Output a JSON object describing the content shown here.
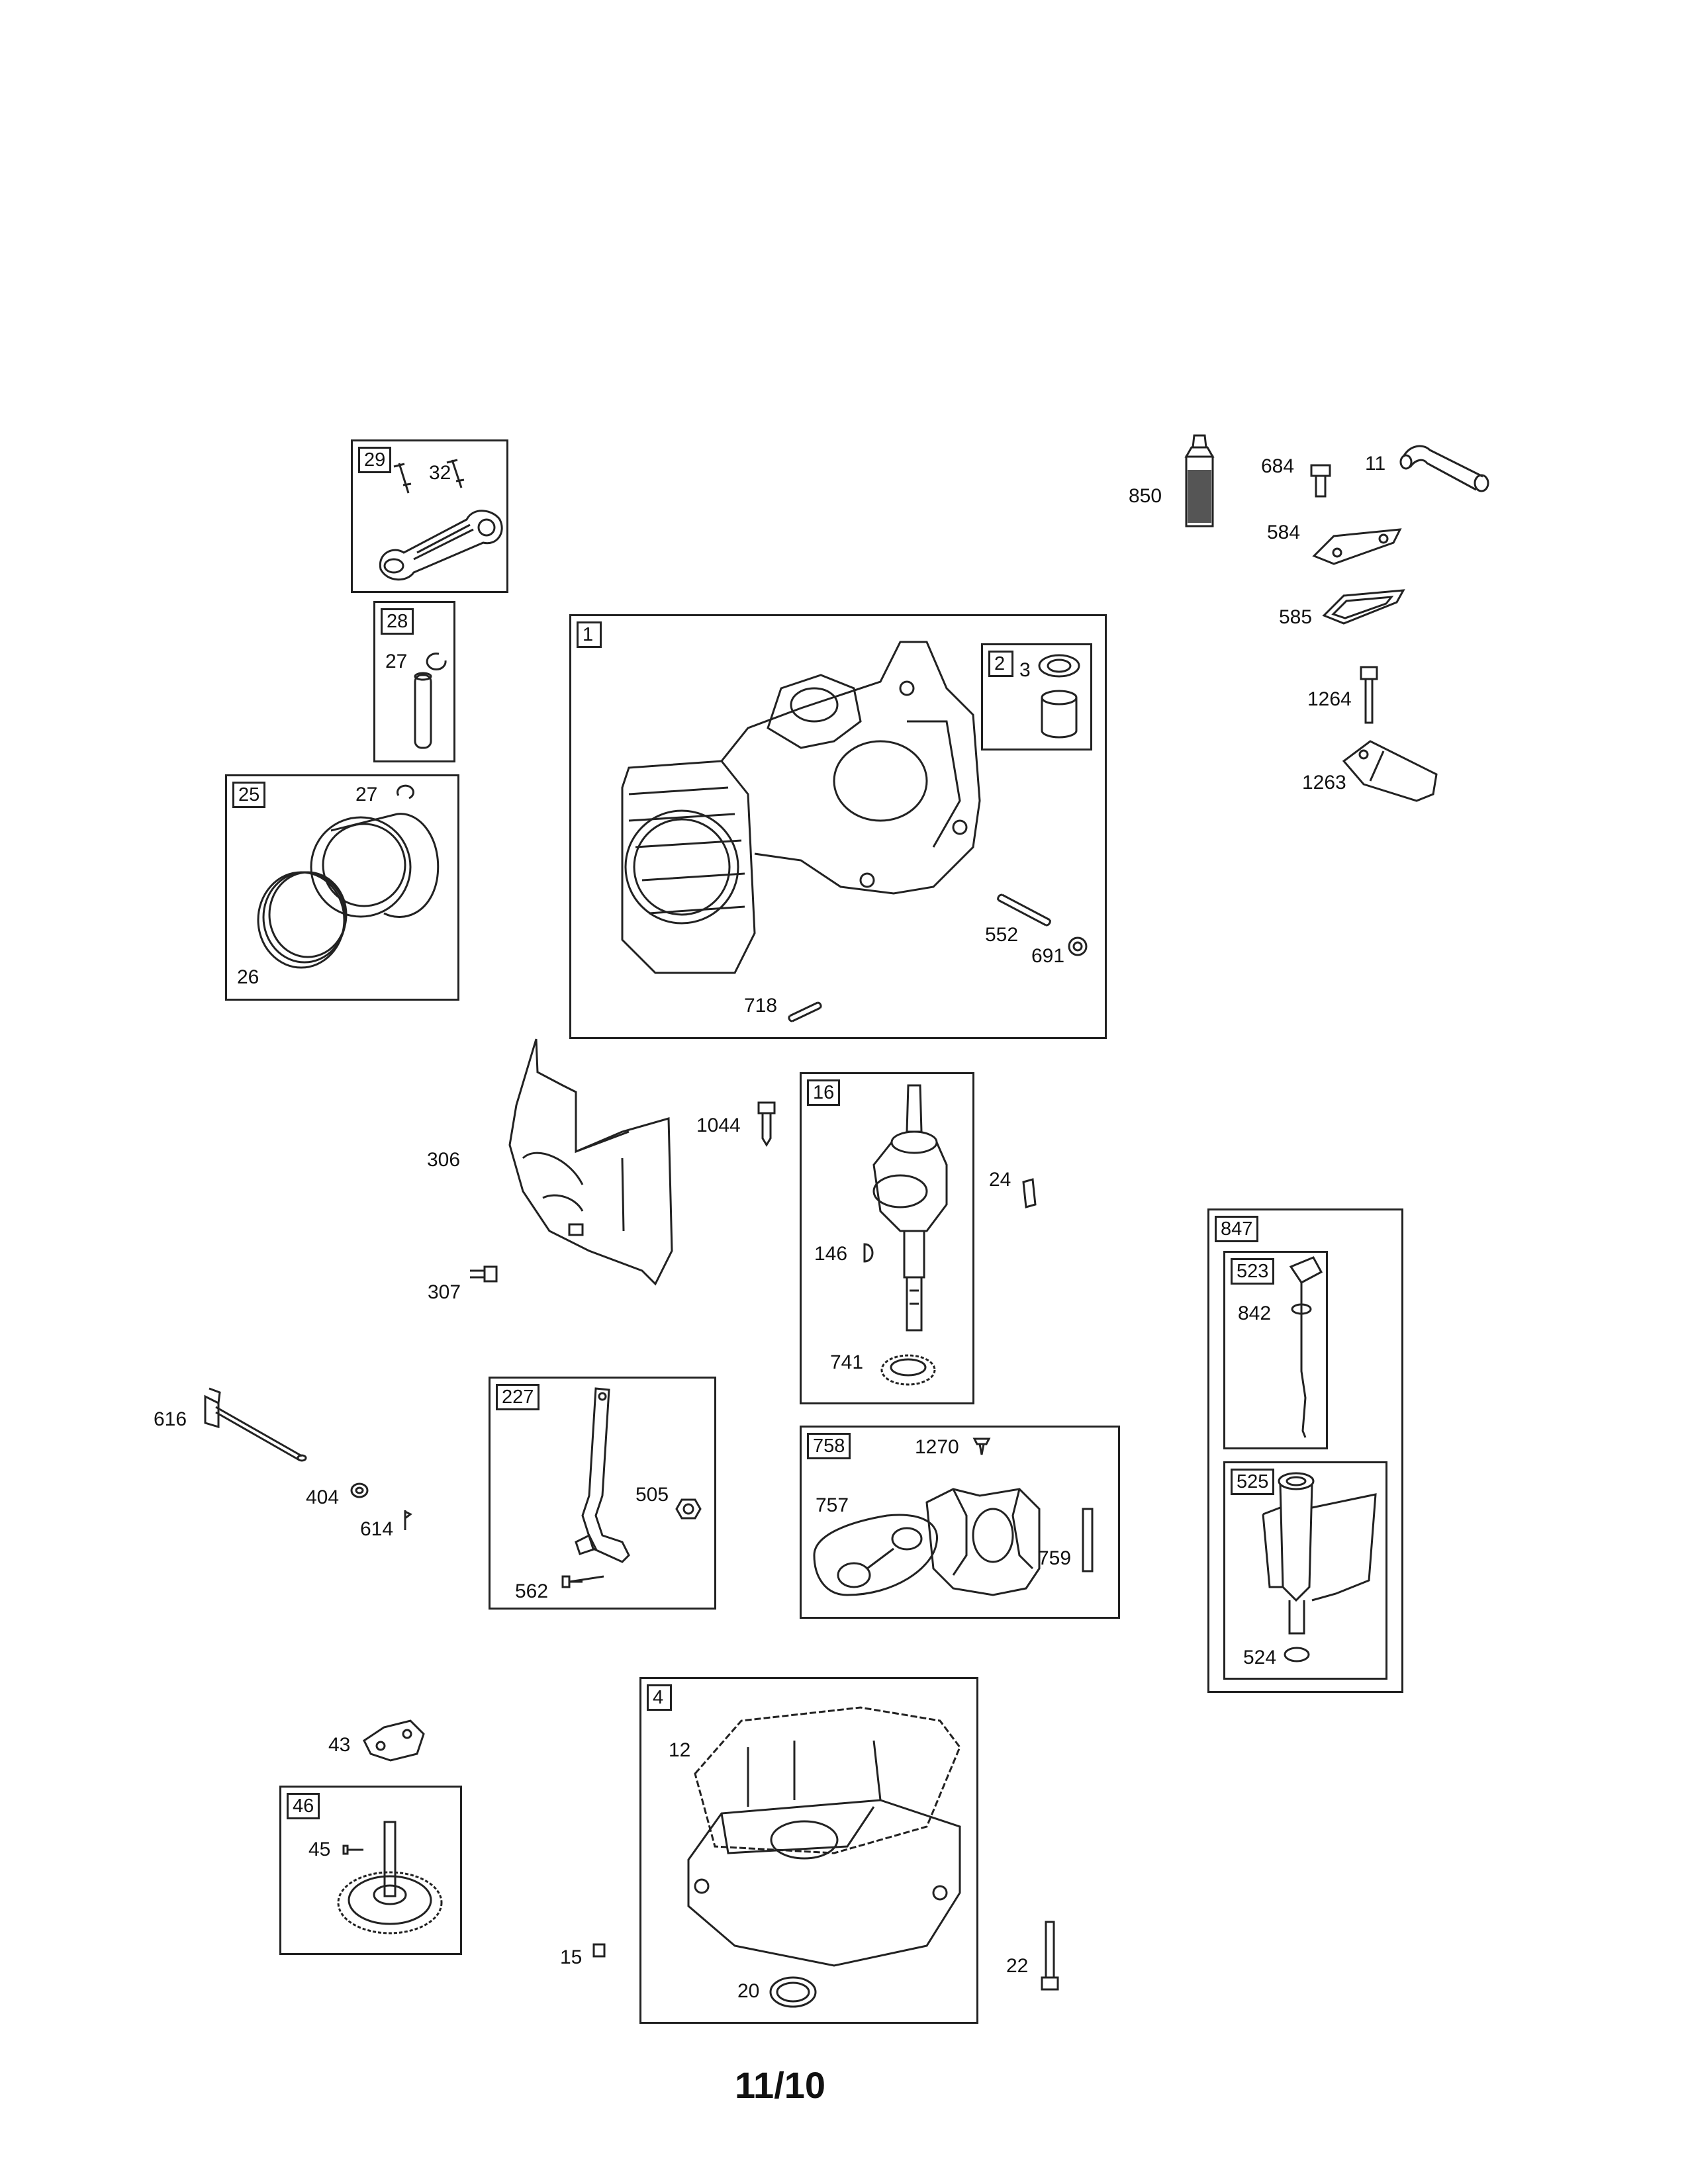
{
  "page_number": "11/10",
  "group_tags": {
    "g29": "29",
    "g28": "28",
    "g25": "25",
    "g1": "1",
    "g2": "2",
    "g16": "16",
    "g847": "847",
    "g523": "523",
    "g525": "525",
    "g227": "227",
    "g758": "758",
    "g4": "4",
    "g46": "46"
  },
  "callouts": {
    "c32": "32",
    "c27a": "27",
    "c27b": "27",
    "c26": "26",
    "c3": "3",
    "c552": "552",
    "c691": "691",
    "c718": "718",
    "c850": "850",
    "c684": "684",
    "c11": "11",
    "c584": "584",
    "c585": "585",
    "c1264": "1264",
    "c1263": "1263",
    "c306": "306",
    "c307": "307",
    "c1044": "1044",
    "c24": "24",
    "c146": "146",
    "c741": "741",
    "c842": "842",
    "c524": "524",
    "c616": "616",
    "c404": "404",
    "c614": "614",
    "c505": "505",
    "c562": "562",
    "c1270": "1270",
    "c757": "757",
    "c759": "759",
    "c43": "43",
    "c45": "45",
    "c12": "12",
    "c15": "15",
    "c20": "20",
    "c22": "22"
  }
}
